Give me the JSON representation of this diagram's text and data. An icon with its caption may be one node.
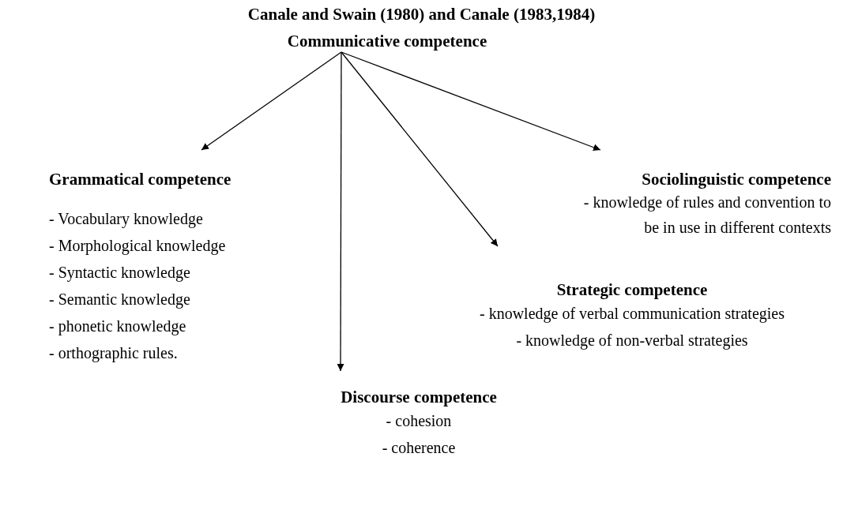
{
  "diagram": {
    "title": "Canale and Swain (1980) and Canale (1983,1984)",
    "nodes": [
      {
        "text": [
          "Communicative competence"
        ]
      },
      {
        "text": [
          "Grammatical competence",
          "- Vocabulary knowledge",
          "- Morphological knowledge",
          "- Syntactic knowledge",
          "- Semantic knowledge",
          "- phonetic knowledge",
          "- orthographic rules."
        ]
      },
      {
        "text": [
          "Sociolinguistic competence",
          "- knowledge of rules and convention to be in use in different contexts"
        ]
      },
      {
        "text": [
          "Strategic competence",
          "- knowledge of verbal communication strategies",
          "- knowledge of non-verbal strategies"
        ]
      },
      {
        "text": [
          "Discourse competence",
          "- cohesion",
          "- coherence"
        ]
      }
    ],
    "edges": [
      {
        "from": 0,
        "to": 1,
        "arrow": "to"
      },
      {
        "from": 0,
        "to": 2,
        "arrow": "to"
      },
      {
        "from": 0,
        "to": 3,
        "arrow": "to"
      },
      {
        "from": 0,
        "to": 4,
        "arrow": "to"
      }
    ]
  }
}
